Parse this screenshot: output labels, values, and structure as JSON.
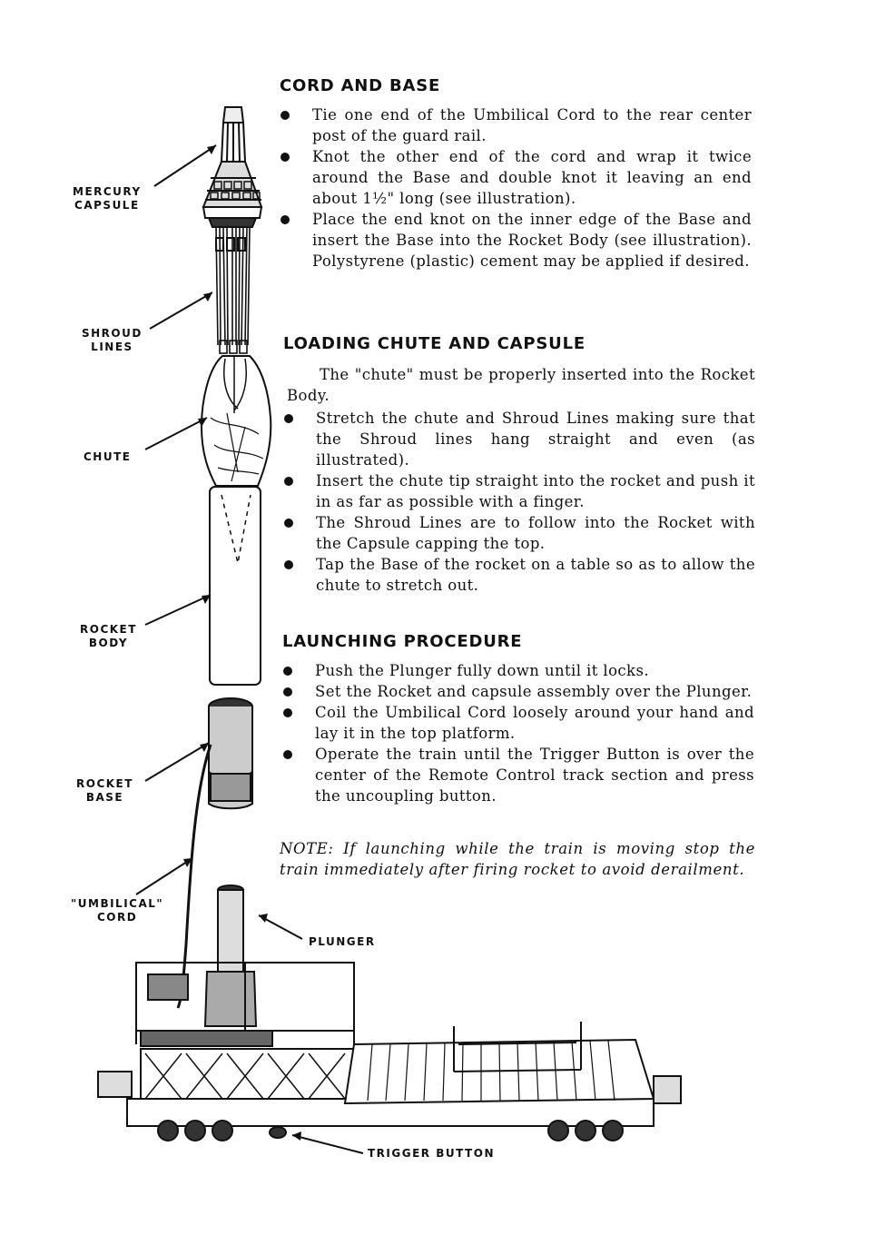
{
  "labels": {
    "mercury_capsule": [
      "MERCURY",
      "CAPSULE"
    ],
    "shroud_lines": [
      "SHROUD",
      "LINES"
    ],
    "chute": "CHUTE",
    "rocket_body": [
      "ROCKET",
      "BODY"
    ],
    "rocket_base": [
      "ROCKET",
      "BASE"
    ],
    "umbilical_cord": [
      "\"UMBILICAL\"",
      "CORD"
    ],
    "plunger": "PLUNGER",
    "trigger_button": "TRIGGER BUTTON"
  },
  "sections": {
    "cord_and_base": {
      "heading": "CORD AND BASE",
      "bullets": [
        "Tie one end of the Umbilical Cord to the rear center post of the guard rail.",
        "Knot the other end of the cord and wrap it twice around the Base and double knot it leaving an end about 1½\" long (see illustration).",
        "Place the end knot on the inner edge of the Base and insert the Base into the Rocket Body (see illustration). Polystyrene (plastic) cement may be applied if desired."
      ]
    },
    "loading_chute": {
      "heading": "LOADING CHUTE AND CAPSULE",
      "intro": "The \"chute\" must be properly inserted into the Rocket Body.",
      "bullets": [
        "Stretch the chute and Shroud Lines making sure that the Shroud lines hang straight and even (as illustrated).",
        "Insert the chute tip straight into the rocket and push it in as far as possible with a finger.",
        "The Shroud Lines are to follow into the Rocket with the Capsule capping the top.",
        "Tap the Base of the rocket on a table so as to allow the chute to stretch out."
      ]
    },
    "launching": {
      "heading": "LAUNCHING PROCEDURE",
      "bullets": [
        "Push the Plunger fully down until it locks.",
        "Set the Rocket and capsule assembly over the Plunger.",
        "Coil the Umbilical Cord loosely around your hand and lay it in the top platform.",
        "Operate the train until the Trigger Button is over the center of the Remote Control track section and press the uncoupling button."
      ],
      "note": "NOTE: If launching while the train is moving stop the train immediately after firing rocket to avoid derailment."
    }
  }
}
